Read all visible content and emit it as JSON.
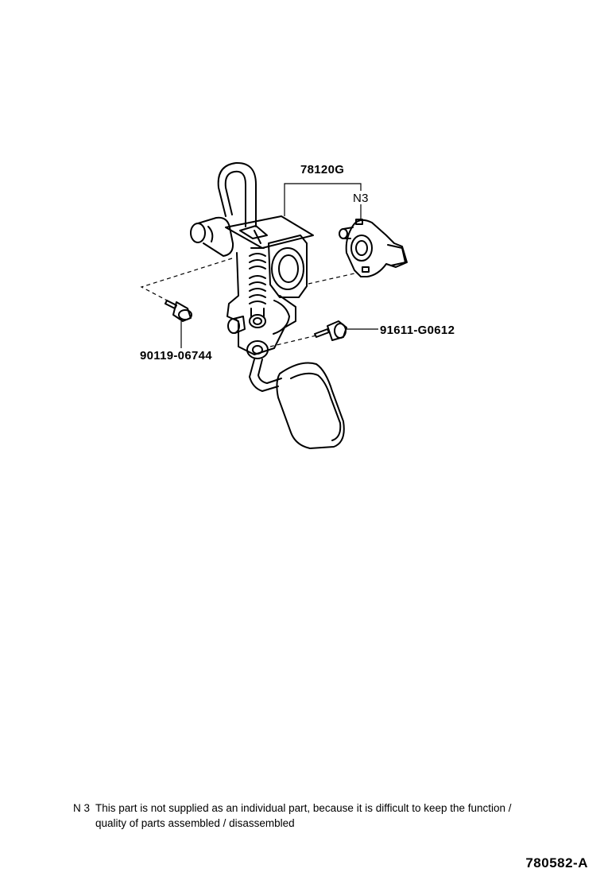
{
  "diagram": {
    "callouts": {
      "assembly": "78120G",
      "note_ref": "N3",
      "bolt_left": "90119-06744",
      "bolt_right": "91611-G0612"
    }
  },
  "footnote": {
    "code": "N 3",
    "line1": "This part is not supplied as an individual part, because it is difficult to keep the function /",
    "line2": "quality of parts assembled / disassembled"
  },
  "diagram_code": "780582-A"
}
